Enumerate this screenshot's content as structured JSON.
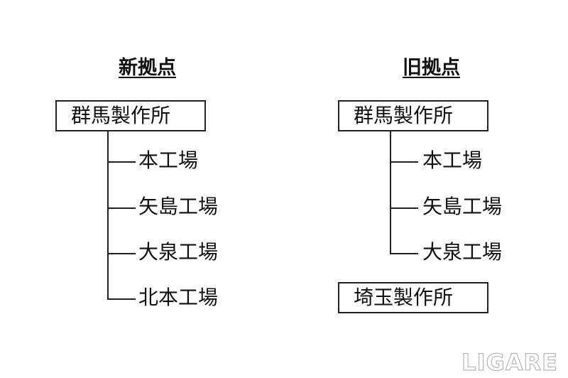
{
  "new_base": {
    "title": "新拠点",
    "parent": "群馬製作所",
    "children": [
      "本工場",
      "矢島工場",
      "大泉工場",
      "北本工場"
    ]
  },
  "old_base": {
    "title": "旧拠点",
    "parent": "群馬製作所",
    "children": [
      "本工場",
      "矢島工場",
      "大泉工場"
    ],
    "other": "埼玉製作所"
  },
  "watermark": "LIGARE"
}
